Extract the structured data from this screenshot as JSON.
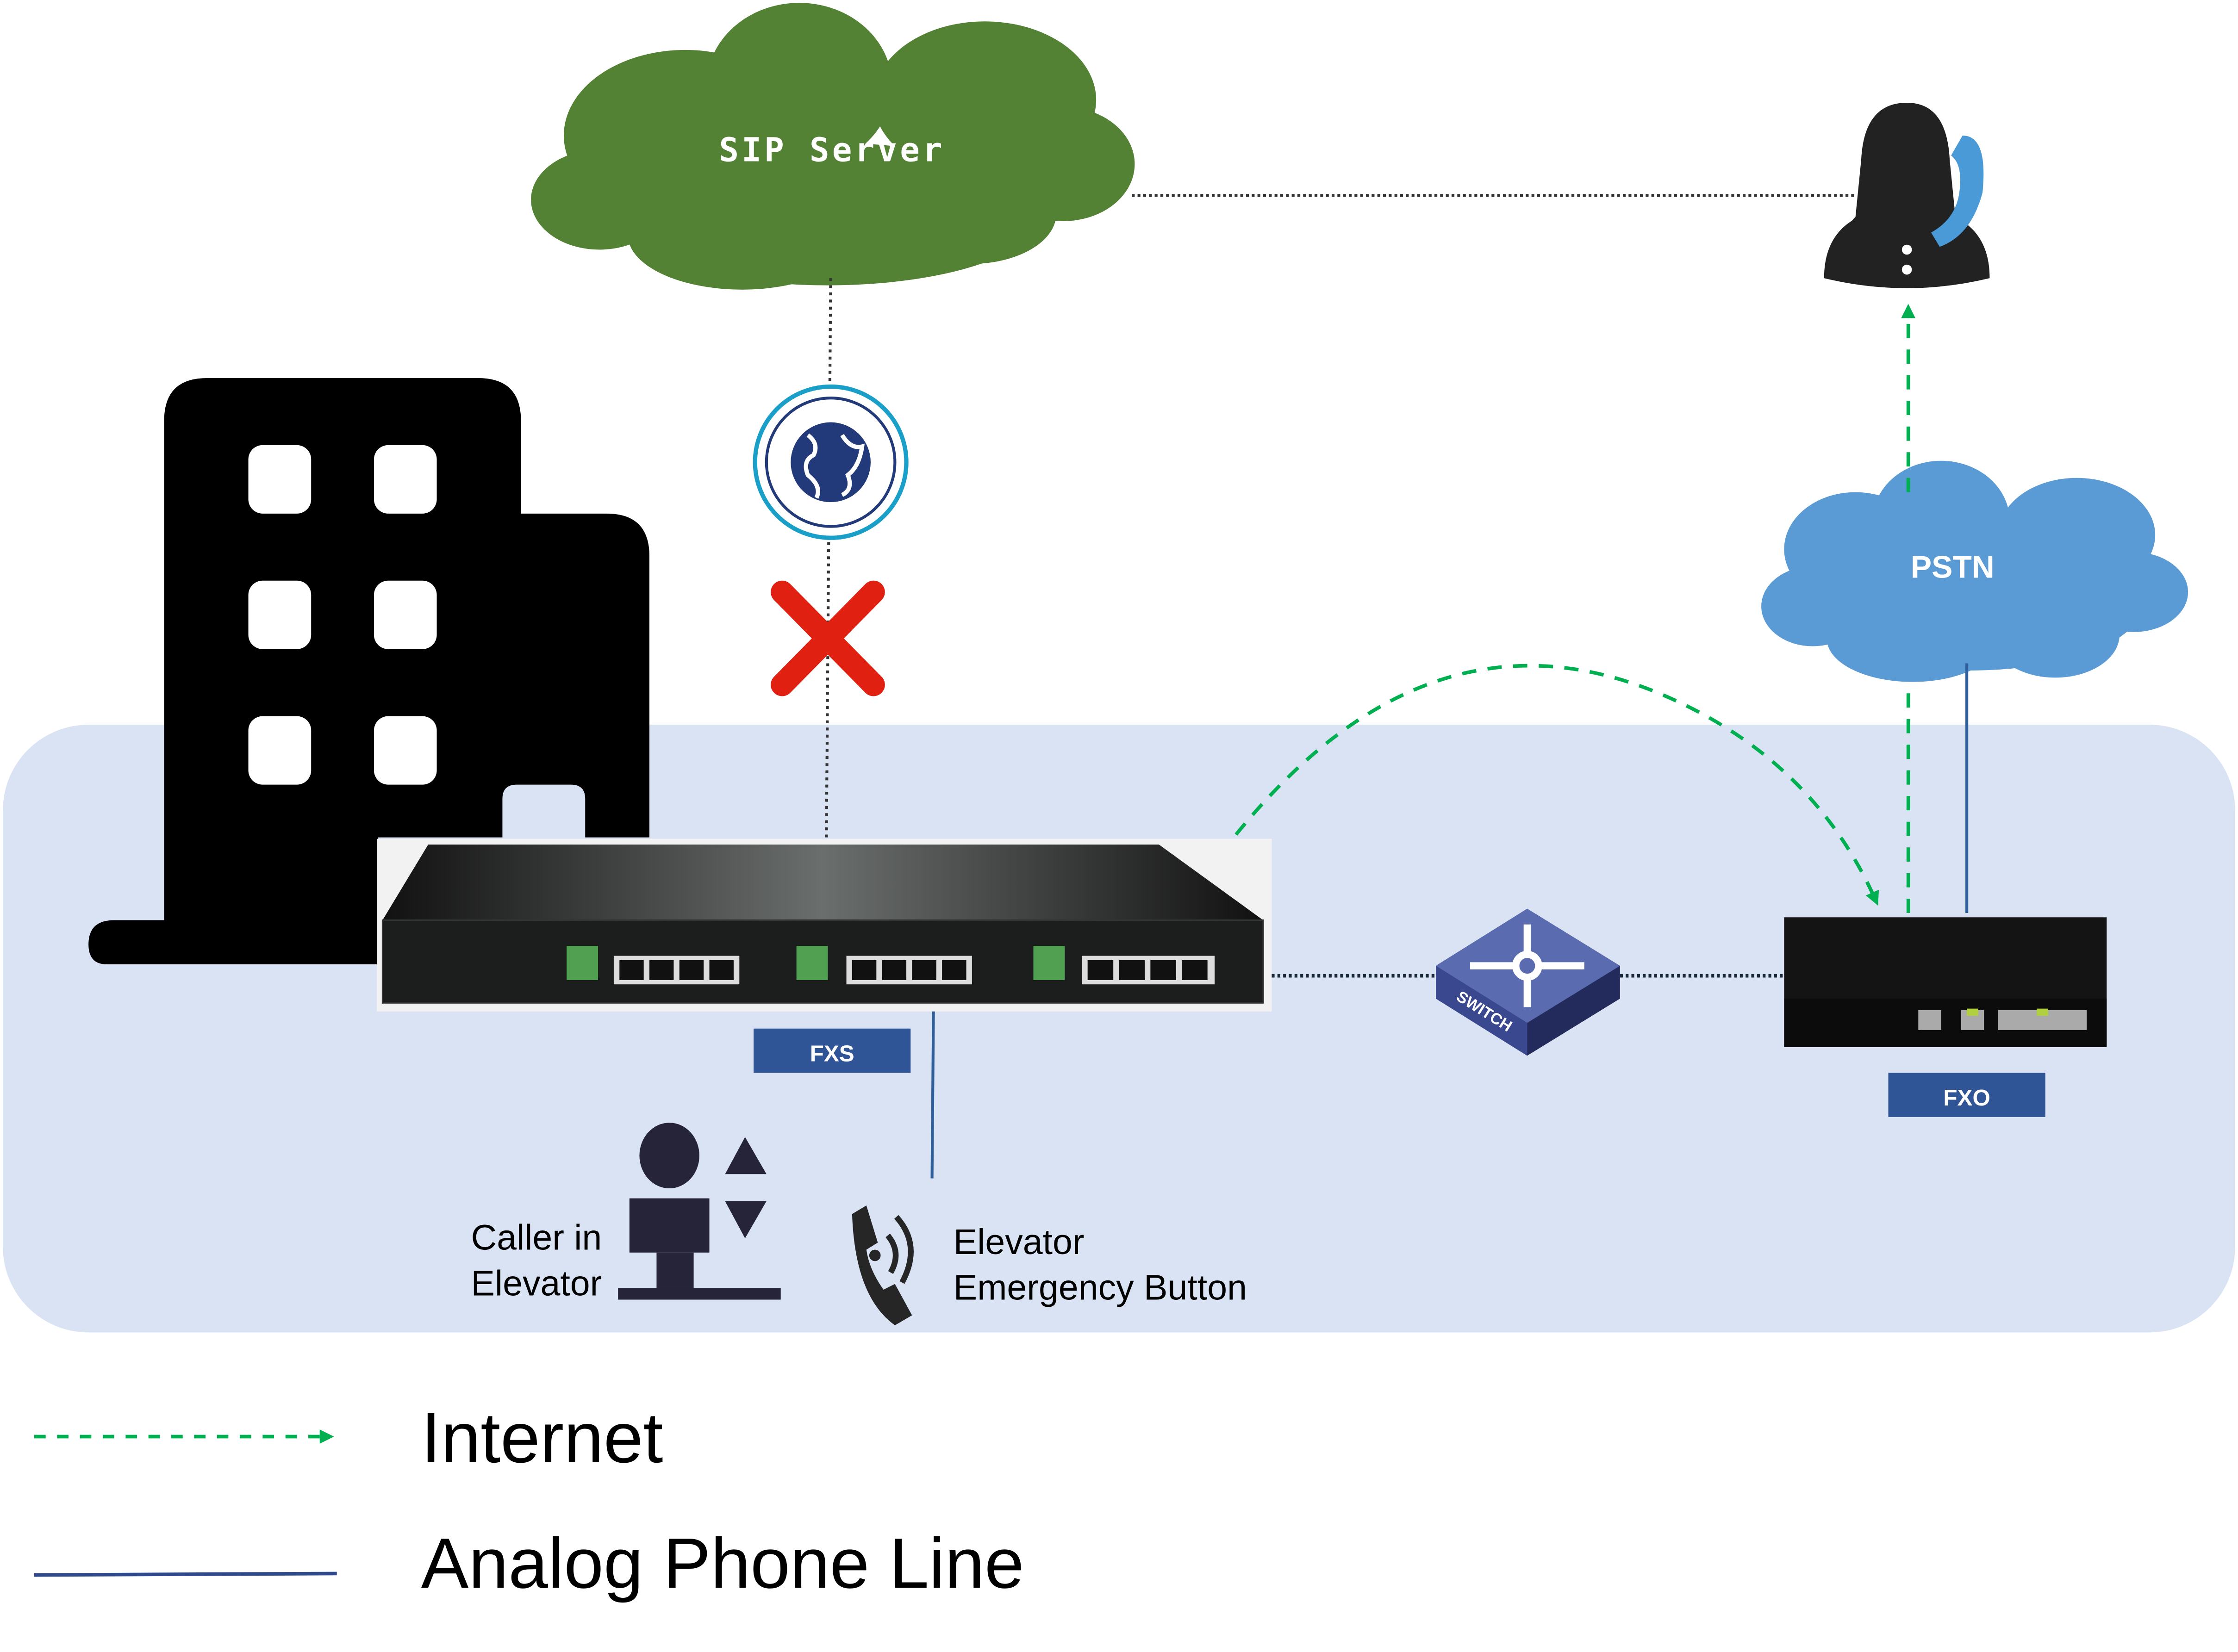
{
  "nodes": {
    "sip_server": "SIP Server",
    "pstn": "PSTN",
    "fxs_label": "FXS",
    "fxo_label": "FXO",
    "switch_label": "SWITCH",
    "caller": [
      "Caller in",
      "Elevator"
    ],
    "emergency": [
      "Elevator",
      "Emergency Button"
    ]
  },
  "legend": {
    "internet": "Internet",
    "analog": "Analog Phone Line"
  },
  "colors": {
    "zone_bg": "#dae3f3",
    "sip_cloud": "#548235",
    "pstn_cloud": "#5b9bd5",
    "label_box": "#2f5597",
    "internet_line": "#00b050",
    "analog_line": "#2f5597",
    "blocked_x": "#e02010"
  },
  "icons": {
    "building": "building-icon",
    "globe": "globe-icon",
    "blocked": "x-mark-icon",
    "operator": "operator-headset-icon",
    "switch": "network-switch-icon",
    "elevator_caller": "person-elevator-icon",
    "emergency_phone": "ringing-phone-icon"
  }
}
